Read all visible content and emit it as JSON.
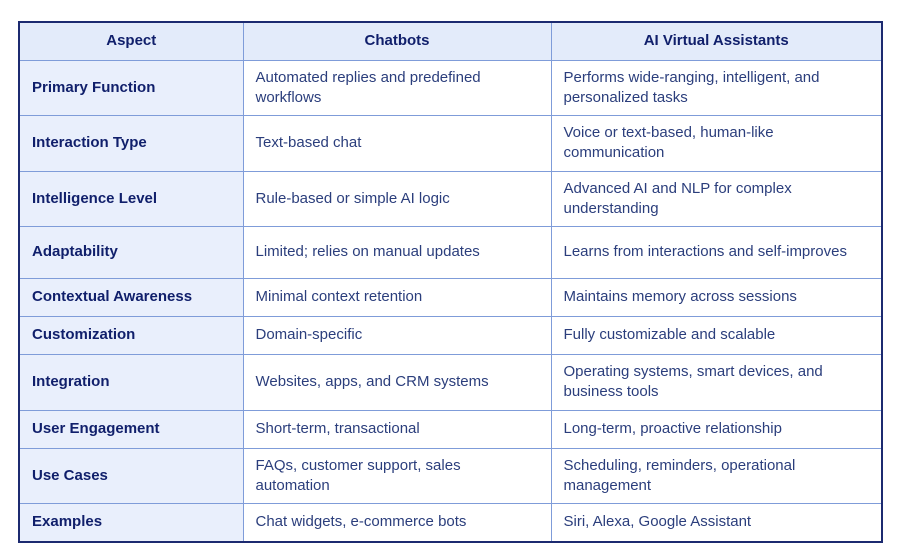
{
  "table": {
    "columns": [
      {
        "label": "Aspect"
      },
      {
        "label": "Chatbots"
      },
      {
        "label": "AI Virtual Assistants"
      }
    ],
    "rows": [
      {
        "aspect": "Primary Function",
        "chatbots": "Automated replies and predefined workflows",
        "assistants": "Performs wide-ranging, intelligent, and personalized tasks"
      },
      {
        "aspect": "Interaction Type",
        "chatbots": "Text-based chat",
        "assistants": "Voice or text-based, human-like communication"
      },
      {
        "aspect": "Intelligence Level",
        "chatbots": "Rule-based or simple AI logic",
        "assistants": "Advanced AI and NLP for complex understanding"
      },
      {
        "aspect": "Adaptability",
        "chatbots": "Limited; relies on manual updates",
        "assistants": "Learns from interactions and self-improves"
      },
      {
        "aspect": "Contextual Awareness",
        "chatbots": "Minimal context retention",
        "assistants": "Maintains memory across sessions"
      },
      {
        "aspect": "Customization",
        "chatbots": "Domain-specific",
        "assistants": "Fully customizable and scalable"
      },
      {
        "aspect": "Integration",
        "chatbots": "Websites, apps, and CRM systems",
        "assistants": "Operating systems, smart devices, and business tools"
      },
      {
        "aspect": "User Engagement",
        "chatbots": "Short-term, transactional",
        "assistants": "Long-term, proactive relationship"
      },
      {
        "aspect": "Use Cases",
        "chatbots": "FAQs, customer support, sales automation",
        "assistants": "Scheduling, reminders, operational management"
      },
      {
        "aspect": "Examples",
        "chatbots": "Chat widgets, e-commerce bots",
        "assistants": "Siri, Alexa, Google Assistant"
      }
    ],
    "colors": {
      "outer_border": "#1c2a70",
      "grid_line": "#7f9cd9",
      "header_bg": "#e3ebfa",
      "aspect_col_bg": "#e9effc",
      "header_text": "#101f6b",
      "body_text": "#2b3e7c"
    }
  }
}
